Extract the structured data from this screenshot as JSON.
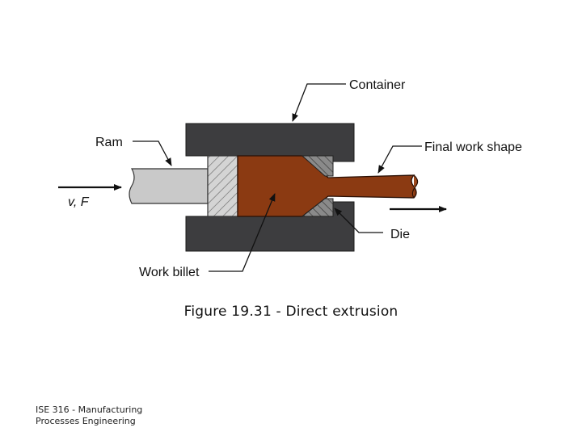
{
  "diagram": {
    "labels": {
      "container": "Container",
      "ram": "Ram",
      "final_work_shape": "Final work shape",
      "velocity_force": "v, F",
      "die": "Die",
      "work_billet": "Work billet"
    }
  },
  "caption": "Figure 19.31 ‑ Direct extrusion",
  "footer": "ISE 316 ‑ Manufacturing Processes Engineering",
  "colors": {
    "container": "#3d3d3f",
    "billet": "#8b3a12",
    "ram": "#c8c8c8",
    "die": "#7a7a7a"
  }
}
